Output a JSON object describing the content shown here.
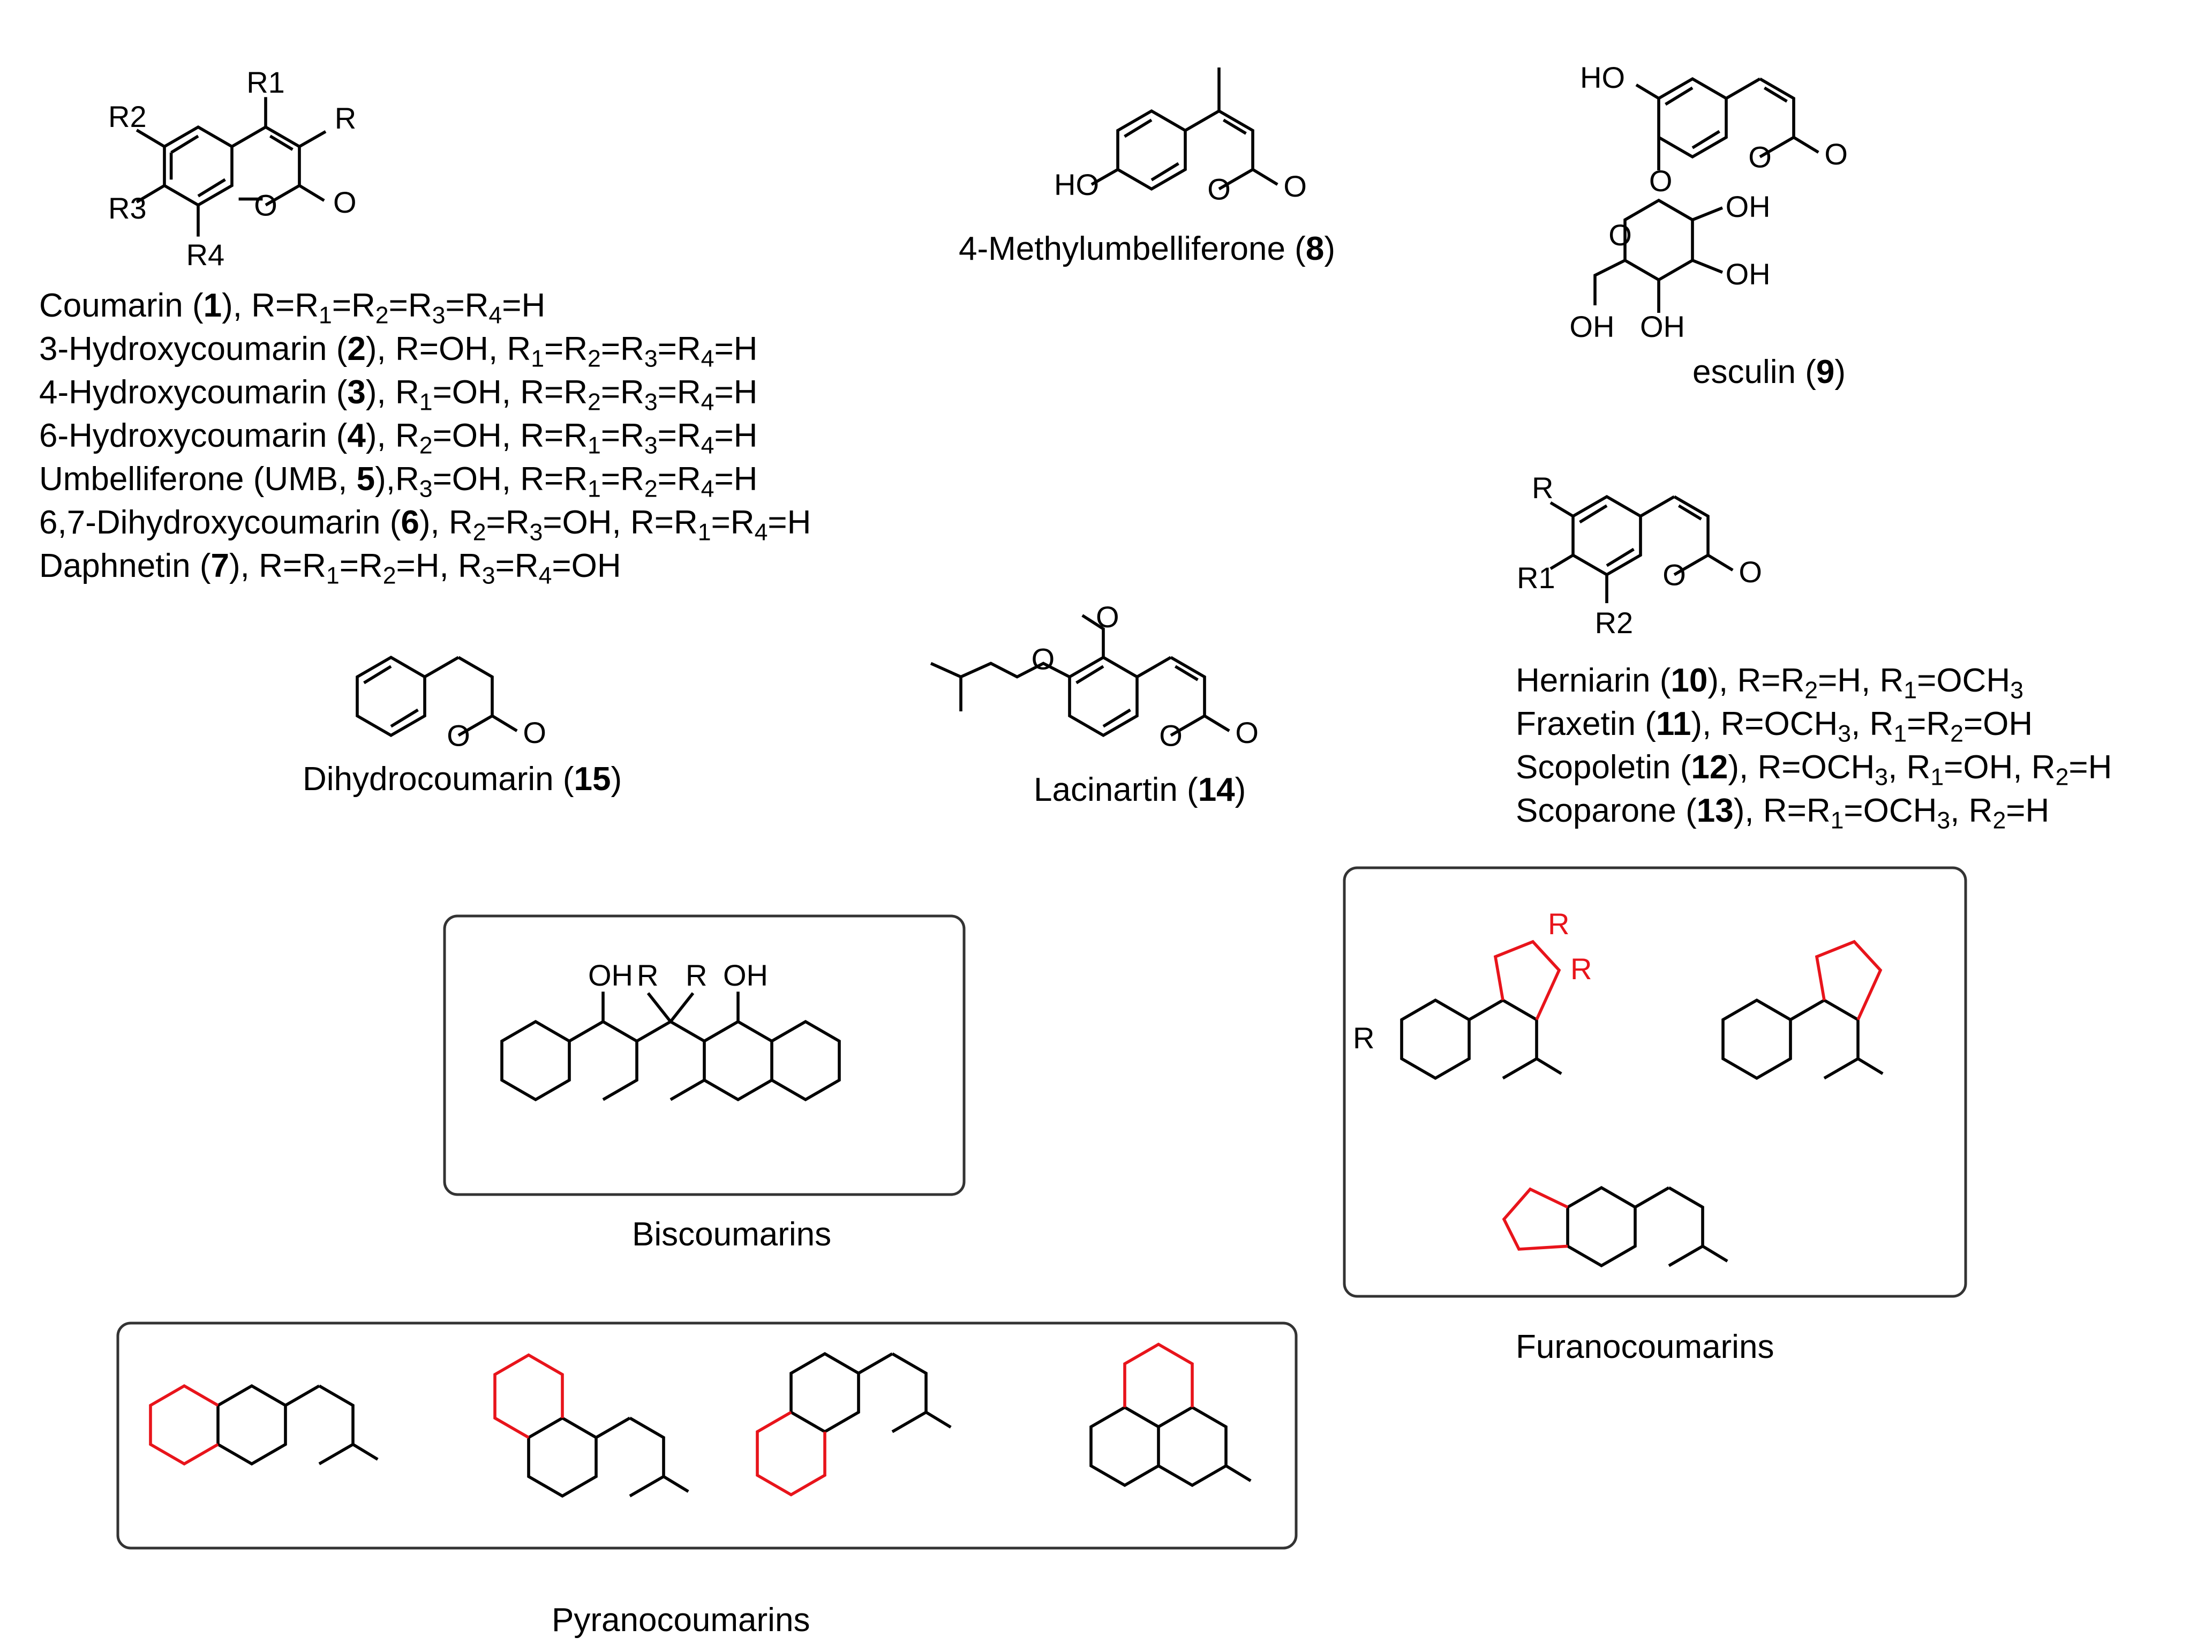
{
  "colors": {
    "ink": "#000000",
    "accent": "#e8141b",
    "box_border": "#333333"
  },
  "coumarin_core": {
    "substituents": {
      "r": "R",
      "r1": "R1",
      "r2": "R2",
      "r3": "R3",
      "r4": "R4"
    },
    "compounds": [
      {
        "name": "Coumarin (",
        "num": "1",
        "rest": "), R=R1=R2=R3=R4=H"
      },
      {
        "name": "3-Hydroxycoumarin (",
        "num": "2",
        "rest": "), R=OH, R1=R2=R3=R4=H"
      },
      {
        "name": "4-Hydroxycoumarin (",
        "num": "3",
        "rest": "), R1=OH, R=R2=R3=R4=H"
      },
      {
        "name": "6-Hydroxycoumarin (",
        "num": "4",
        "rest": "), R2=OH, R=R1=R3=R4=H"
      },
      {
        "name": "Umbelliferone (UMB, ",
        "num": "5",
        "rest": "),R3=OH, R=R1=R2=R4=H"
      },
      {
        "name": "6,7-Dihydroxycoumarin (",
        "num": "6",
        "rest": "), R2=R3=OH, R=R1=R4=H"
      },
      {
        "name": "Daphnetin (",
        "num": "7",
        "rest": "), R=R1=R2=H, R3=R4=OH"
      }
    ]
  },
  "methylumbelliferone": {
    "caption_name": "4-Methylumbelliferone (",
    "caption_num": "8",
    "caption_end": ")",
    "atom_ho": "HO",
    "atom_o": "O"
  },
  "esculin": {
    "caption_name": "esculin (",
    "caption_num": "9",
    "caption_end": ")",
    "atom_ho": "HO",
    "atom_oh": "OH",
    "atom_o": "O"
  },
  "methoxy_core": {
    "substituents": {
      "r": "R",
      "r1": "R1",
      "r2": "R2"
    },
    "compounds": [
      {
        "name": "Herniarin (",
        "num": "10",
        "rest": "), R=R2=H, R1=OCH3"
      },
      {
        "name": "Fraxetin (",
        "num": "11",
        "rest": "), R=OCH3, R1=R2=OH"
      },
      {
        "name": "Scopoletin (",
        "num": "12",
        "rest": "), R=OCH3, R1=OH, R2=H"
      },
      {
        "name": "Scoparone (",
        "num": "13",
        "rest": "), R=R1=OCH3, R2=H"
      }
    ]
  },
  "lacinartin": {
    "caption_name": "Lacinartin (",
    "caption_num": "14",
    "caption_end": ")"
  },
  "dihydrocoumarin": {
    "caption_name": "Dihydrocoumarin (",
    "caption_num": "15",
    "caption_end": ")"
  },
  "biscoumarins": {
    "label": "Biscoumarins",
    "atom_oh": "OH",
    "atom_r": "R"
  },
  "furanocoumarins": {
    "label": "Furanocoumarins",
    "atom_r": "R"
  },
  "pyranocoumarins": {
    "label": "Pyranocoumarins"
  }
}
